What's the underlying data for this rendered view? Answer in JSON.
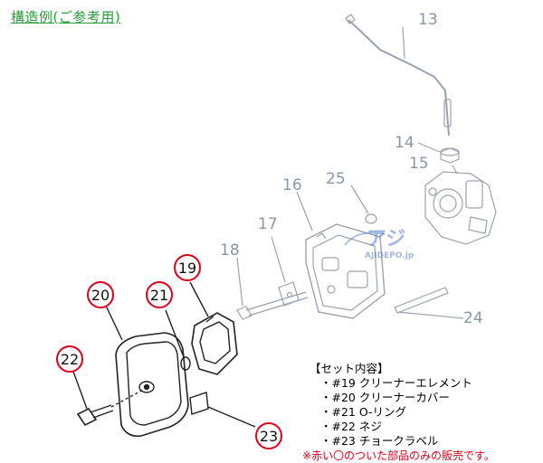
{
  "title": "構造例(ご参考用)",
  "callouts": {
    "p13": "13",
    "p14": "14",
    "p15": "15",
    "p16": "16",
    "p17": "17",
    "p18": "18",
    "p24": "24",
    "p25": "25",
    "p19": "19",
    "p20": "20",
    "p21": "21",
    "p22": "22",
    "p23": "23"
  },
  "set_contents": {
    "heading": "【セット内容】",
    "items": [
      "・#19 クリーナーエレメント",
      "・#20 クリーナーカバー",
      "・#21 O-リング",
      "・#22 ネジ",
      "・#23 チョークラベル"
    ],
    "note": "※赤い〇のついた部品のみの販売です。"
  },
  "watermark": {
    "brand": "アジ",
    "sub": "AJIDEPO.jp"
  },
  "colors": {
    "title": "#2a9a3a",
    "highlight_circle": "#e0001b",
    "line": "#222222",
    "faded_line": "#9aa3ad",
    "faded_label": "#8a96a2"
  }
}
